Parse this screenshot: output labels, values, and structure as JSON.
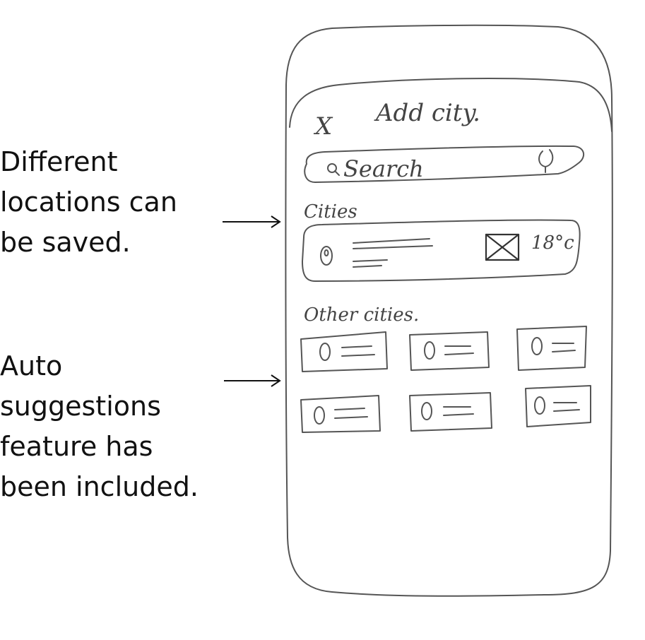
{
  "annotations": [
    {
      "lines": [
        "Different",
        "locations can",
        "be saved."
      ]
    },
    {
      "lines": [
        "Auto",
        "suggestions",
        "feature has",
        "been included."
      ]
    }
  ],
  "sketch": {
    "close_glyph": "X",
    "title": "Add city.",
    "search_placeholder": "Search",
    "saved_section_label": "Cities",
    "saved_city": {
      "temperature": "18°c"
    },
    "other_section_label": "Other cities."
  },
  "colors": {
    "pencil": "#555555",
    "ink": "#111111"
  }
}
